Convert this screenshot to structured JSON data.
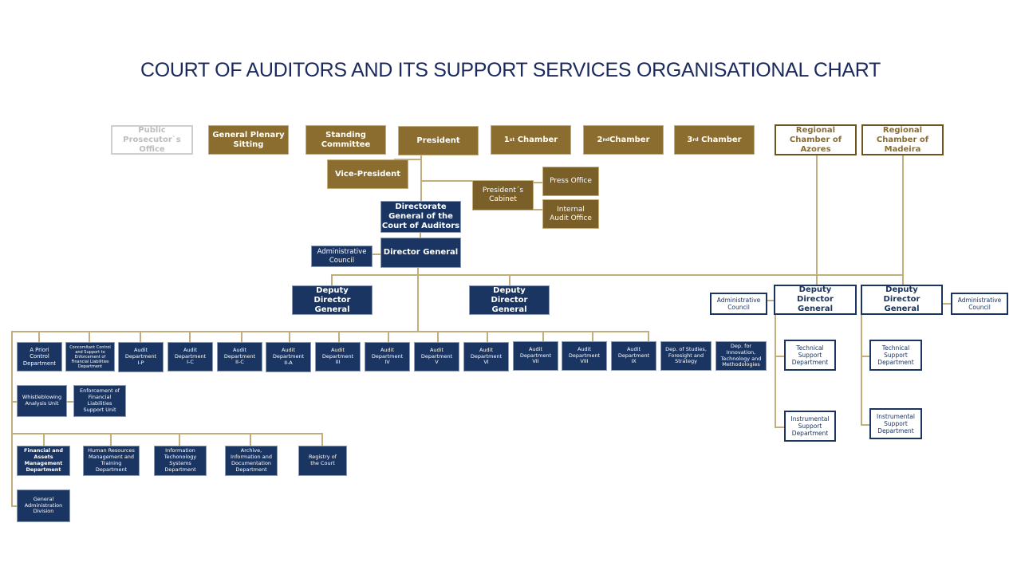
{
  "title": "COURT OF AUDITORS AND ITS SUPPORT SERVICES ORGANISATIONAL CHART",
  "colors": {
    "gold": "#8a6d2f",
    "navy": "#1a3562",
    "connector": "#c2ae7c",
    "title": "#1b2a5e"
  },
  "top_row": {
    "public_prosecutor": "Public Prosecutor`s Office",
    "general_plenary": "General Plenary Sitting",
    "standing_committee": "Standing Committee",
    "president": "President",
    "chamber1_num": "1",
    "chamber1_sup": "st",
    "chamber1_label": " Chamber",
    "chamber2_num": "2",
    "chamber2_sup": "nd",
    "chamber2_label": "Chamber",
    "chamber3_num": "3",
    "chamber3_sup": "rd",
    "chamber3_label": " Chamber",
    "regional_azores": "Regional Chamber of Azores",
    "regional_madeira": "Regional Chamber of Madeira"
  },
  "presidency": {
    "vice_president": "Vice-President",
    "cabinet": "President´s Cabinet",
    "press_office": "Press Office",
    "internal_audit": "Internal Audit Office"
  },
  "directorate": {
    "directorate_general": "Directorate General of the Court of Auditors",
    "director_general": "Director General",
    "administrative_council": "Administrative Council",
    "deputy_left": "Deputy Director General",
    "deputy_right": "Deputy Director General"
  },
  "departments_row1": [
    "A Priori Control Department",
    "Concomitant Control and Support to Enforcement of Financial Liabilities Department",
    "Audit Department I-P",
    "Audit Department I-C",
    "Audit Department II-C",
    "Audit Department II-A",
    "Audit Department III",
    "Audit Department IV",
    "Audit Department V",
    "Audit Department VI",
    "Audit Department VII",
    "Audit Department VIII",
    "Audit Department IX",
    "Dep. of Studies, Foresight and Strategy",
    "Dep. for Innovation, Technology and Methodologies"
  ],
  "units_row2": [
    "Whistleblowing Analysis Unit",
    "Enforcement of Financial Liabilities Support Unit"
  ],
  "support_row": [
    "Financial and Assets Management Department",
    "Human Resources Management and Training Department",
    "Information Techonology Systems Department",
    "Archive, Information and Documentation Department",
    "Registry of the Court"
  ],
  "general_admin": "General Administration Division",
  "azores": {
    "deputy": "Deputy Director General",
    "admin_council": "Administrative Council",
    "technical": "Technical Support Department",
    "instrumental": "Instrumental Support Department"
  },
  "madeira": {
    "deputy": "Deputy Director General",
    "admin_council": "Administrative Council",
    "technical": "Technical Support Department",
    "instrumental": "Instrumental Support Department"
  }
}
